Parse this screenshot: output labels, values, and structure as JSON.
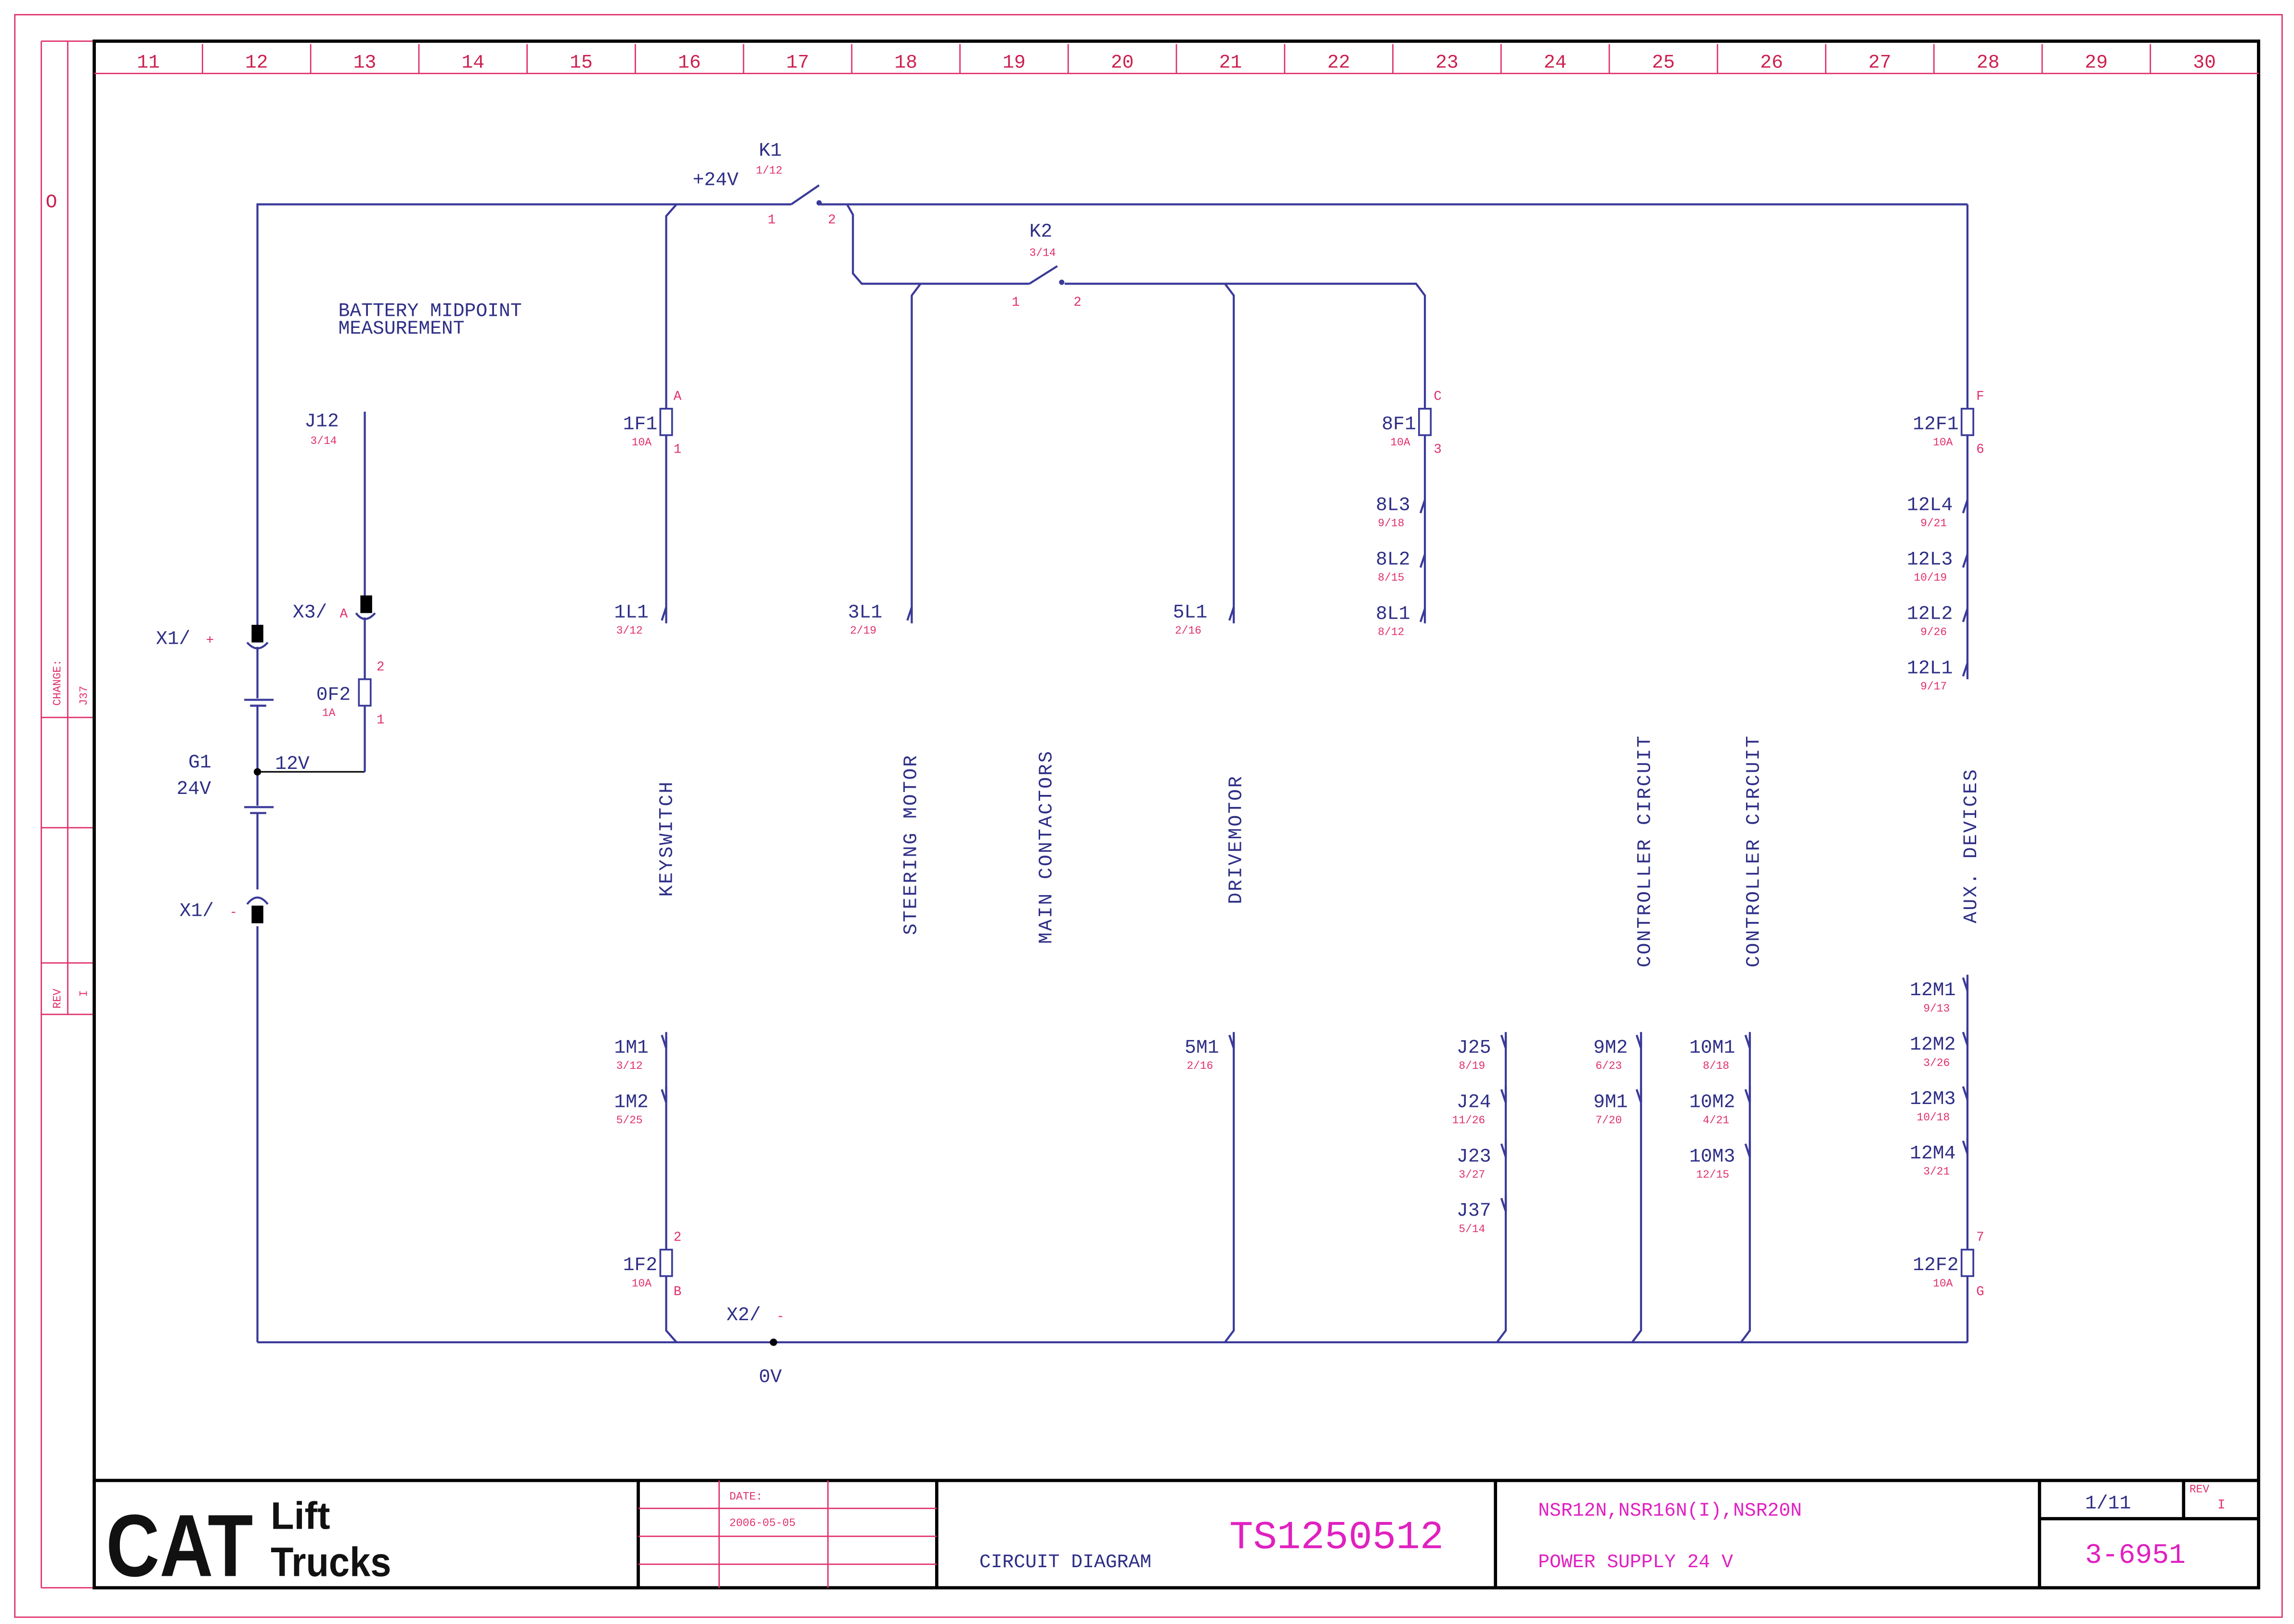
{
  "ruler": {
    "columns": [
      "11",
      "12",
      "13",
      "14",
      "15",
      "16",
      "17",
      "18",
      "19",
      "20",
      "21",
      "22",
      "23",
      "24",
      "25",
      "26",
      "27",
      "28",
      "29",
      "30"
    ]
  },
  "margin_strip": {
    "change_label": "CHANGE:",
    "change_value": "J37",
    "rev_label": "REV",
    "rev_value": "I",
    "hole_symbol": "O"
  },
  "supply": {
    "plus_label": "+24V",
    "zero_label": "0V",
    "note": "BATTERY MIDPOINT",
    "note2": "MEASUREMENT"
  },
  "relays": [
    {
      "id": "K1",
      "ref": "1/12",
      "pin1": "1",
      "pin2": "2"
    },
    {
      "id": "K2",
      "ref": "3/14",
      "pin1": "1",
      "pin2": "2"
    }
  ],
  "battery": {
    "id": "G1",
    "voltage": "24V",
    "midpoint": "12V",
    "pos_terminal": "X1/",
    "pos_sign": "+",
    "neg_terminal": "X1/",
    "neg_sign": "-"
  },
  "midpoint_branch": {
    "connector": "J12",
    "connector_ref": "3/14",
    "terminal": "X3/",
    "terminal_pin": "A",
    "fuse": "0F2",
    "fuse_rating": "1A",
    "fuse_pin_top": "2",
    "fuse_pin_bottom": "1"
  },
  "ground_terminal": {
    "label": "X2/",
    "sign": "-"
  },
  "fuses": [
    {
      "id": "1F1",
      "rating": "10A",
      "pin_top": "A",
      "pin_bottom": "1"
    },
    {
      "id": "8F1",
      "rating": "10A",
      "pin_top": "C",
      "pin_bottom": "3"
    },
    {
      "id": "12F1",
      "rating": "10A",
      "pin_top": "F",
      "pin_bottom": "6"
    },
    {
      "id": "1F2",
      "rating": "10A",
      "pin_top": "2",
      "pin_bottom": "B"
    },
    {
      "id": "12F2",
      "rating": "10A",
      "pin_top": "7",
      "pin_bottom": "G"
    }
  ],
  "upper_connectors": [
    {
      "id": "1L1",
      "ref": "3/12"
    },
    {
      "id": "3L1",
      "ref": "2/19"
    },
    {
      "id": "5L1",
      "ref": "2/16"
    },
    {
      "id": "8L3",
      "ref": "9/18"
    },
    {
      "id": "8L2",
      "ref": "8/15"
    },
    {
      "id": "8L1",
      "ref": "8/12"
    },
    {
      "id": "12L4",
      "ref": "9/21"
    },
    {
      "id": "12L3",
      "ref": "10/19"
    },
    {
      "id": "12L2",
      "ref": "9/26"
    },
    {
      "id": "12L1",
      "ref": "9/17"
    }
  ],
  "lower_connectors": [
    {
      "id": "1M1",
      "ref": "3/12"
    },
    {
      "id": "1M2",
      "ref": "5/25"
    },
    {
      "id": "5M1",
      "ref": "2/16"
    },
    {
      "id": "J25",
      "ref": "8/19"
    },
    {
      "id": "J24",
      "ref": "11/26"
    },
    {
      "id": "J23",
      "ref": "3/27"
    },
    {
      "id": "J37",
      "ref": "5/14"
    },
    {
      "id": "9M2",
      "ref": "6/23"
    },
    {
      "id": "9M1",
      "ref": "7/20"
    },
    {
      "id": "10M1",
      "ref": "8/18"
    },
    {
      "id": "10M2",
      "ref": "4/21"
    },
    {
      "id": "10M3",
      "ref": "12/15"
    },
    {
      "id": "12M1",
      "ref": "9/13"
    },
    {
      "id": "12M2",
      "ref": "3/26"
    },
    {
      "id": "12M3",
      "ref": "10/18"
    },
    {
      "id": "12M4",
      "ref": "3/21"
    }
  ],
  "sections": [
    "KEYSWITCH",
    "STEERING MOTOR",
    "MAIN CONTACTORS",
    "DRIVEMOTOR",
    "CONTROLLER CIRCUIT",
    "CONTROLLER CIRCUIT",
    "AUX. DEVICES"
  ],
  "title_block": {
    "logo_main": "CAT",
    "logo_line1": "Lift",
    "logo_line2": "Trucks",
    "date_label": "DATE:",
    "date_value": "2006-05-05",
    "doc_type": "CIRCUIT DIAGRAM",
    "doc_number": "TS1250512",
    "models": "NSR12N,NSR16N(I),NSR20N",
    "subject": "POWER SUPPLY 24 V",
    "sheet": "1/11",
    "rev_label": "REV",
    "rev": "I",
    "drawing_no": "3-6951"
  },
  "colors": {
    "wire": "#3a3a9a",
    "frame": "#000000",
    "border": "#e0306a",
    "ref": "#e0306a",
    "title_accent": "#e020c0"
  }
}
